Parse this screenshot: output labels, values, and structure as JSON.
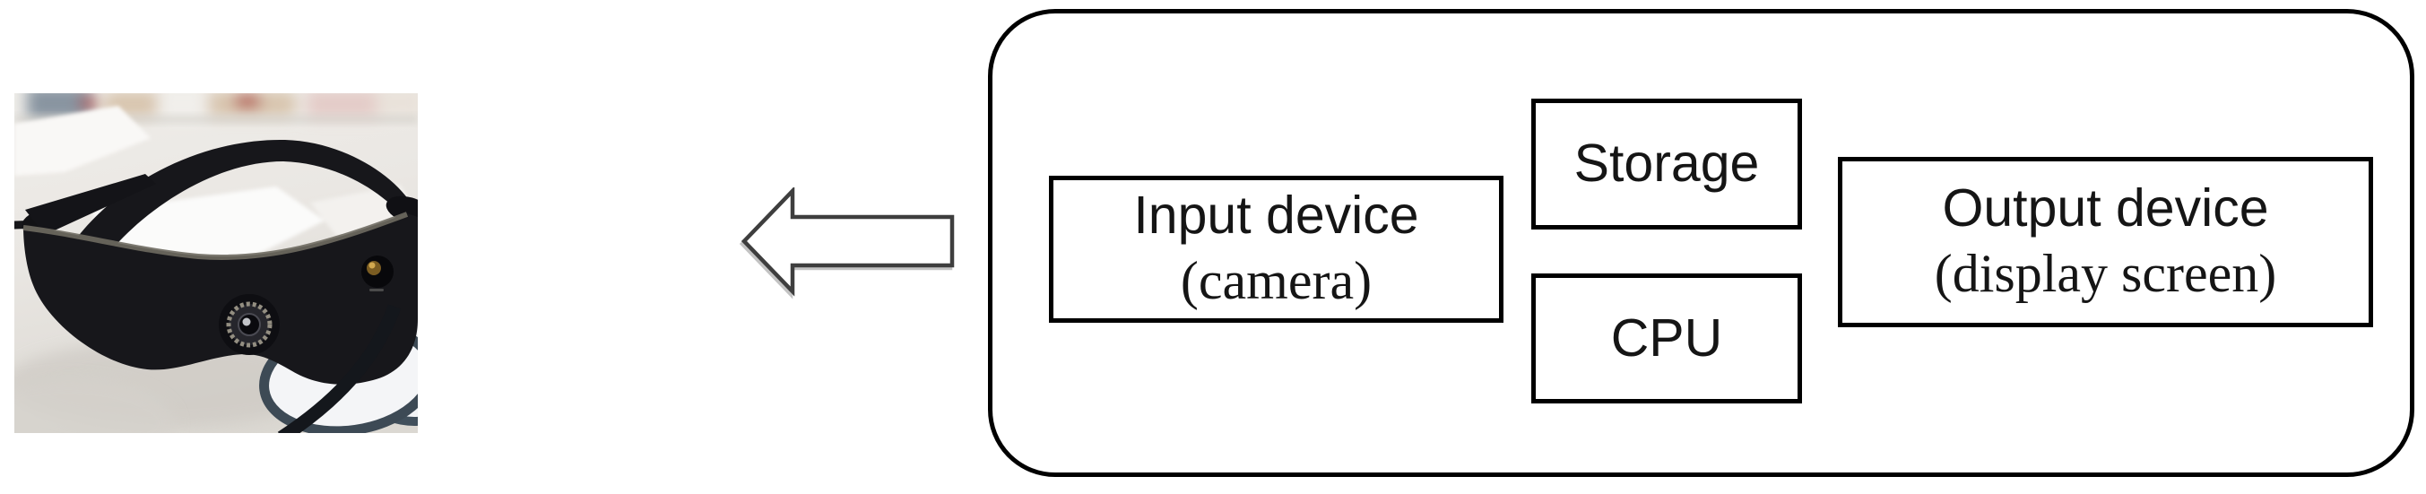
{
  "figure": {
    "description": "Smart glasses prototype photo linked by a left arrow to a hardware block diagram",
    "photo": {
      "label": "smart glasses photo"
    },
    "arrow": {
      "direction": "left"
    },
    "container": {
      "input": {
        "line1": "Input device",
        "line2": "(camera)"
      },
      "storage": {
        "label": "Storage"
      },
      "cpu": {
        "label": "CPU"
      },
      "output": {
        "line1": "Output device",
        "line2": "(display screen)"
      }
    },
    "colors": {
      "box_border": "#000000",
      "arrow_outline": "#3e3e3e",
      "text": "#151515",
      "lens_rim": "#41505c",
      "glasses_body": "#17171b"
    }
  }
}
